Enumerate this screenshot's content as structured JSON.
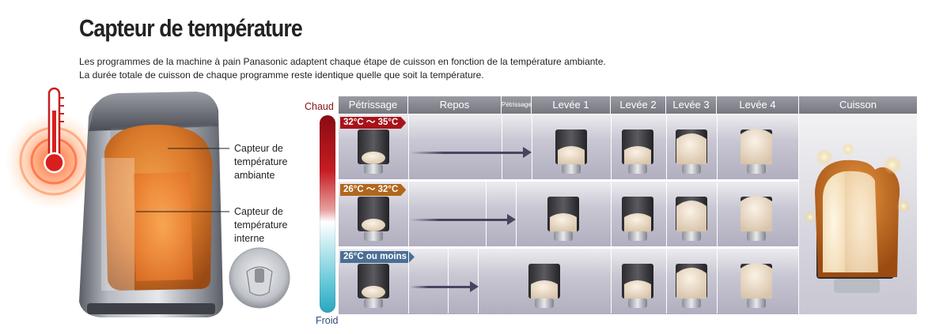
{
  "page": {
    "title": "Capteur de température",
    "intro": [
      "Les programmes de la machine à pain Panasonic adaptent chaque étape de cuisson en fonction de la température ambiante.",
      "La durée totale de cuisson de chaque programme reste identique quelle que soit la température."
    ]
  },
  "illustration": {
    "callout_ambient": "Capteur de température ambiante",
    "callout_internal": "Capteur de température interne"
  },
  "scale": {
    "hot": "Chaud",
    "cold": "Froid"
  },
  "table": {
    "headers": [
      "Pétrissage",
      "Repos",
      "Pétrissage",
      "Levée 1",
      "Levée 2",
      "Levée 3",
      "Levée 4",
      "Cuisson"
    ],
    "rows": [
      {
        "label": "32°C ～ 35°C",
        "color": "#a8131b"
      },
      {
        "label": "26°C ～ 32°C",
        "color": "#b0671e"
      },
      {
        "label": "26°C ou moins",
        "color": "#4a6f95"
      }
    ]
  },
  "colors": {
    "header_bg": "#8a8a93",
    "hot": "#8a1010",
    "cold": "#2a4c7a"
  }
}
